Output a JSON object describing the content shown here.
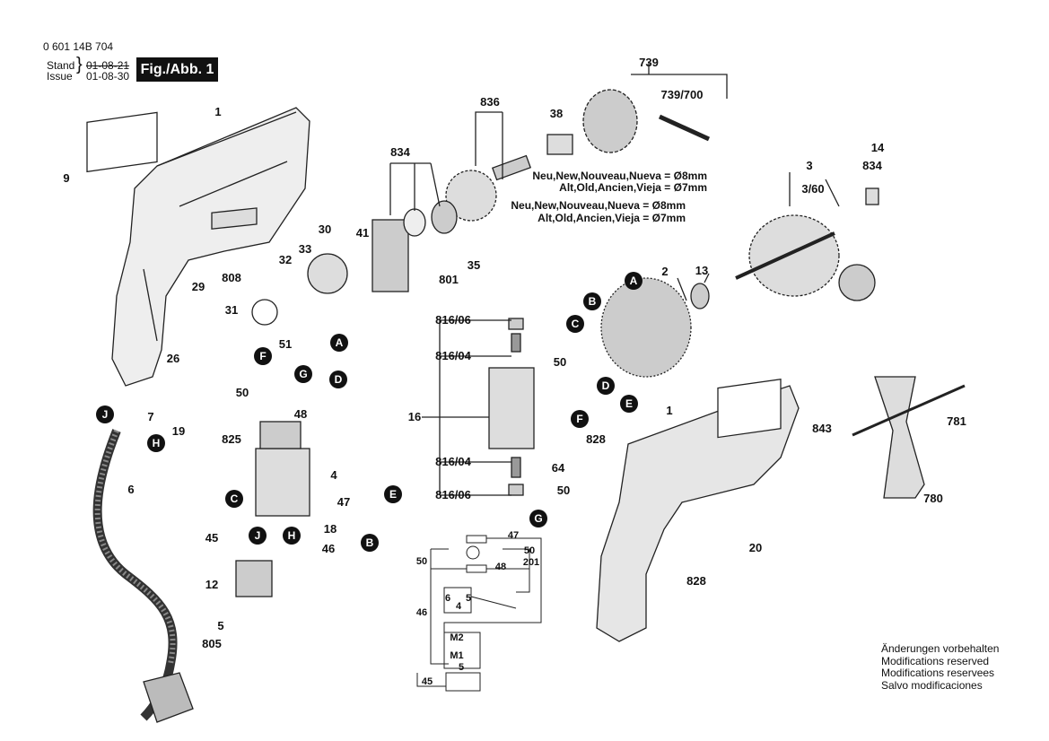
{
  "header": {
    "doc_number": "0 601 14B 704",
    "stand_label": "Stand",
    "issue_label": "Issue",
    "stand_date": "01-08-21",
    "issue_date": "01-08-30",
    "figure_label": "Fig./Abb. 1"
  },
  "notes": {
    "new_1": "Neu,New,Nouveau,Nueva = Ø8mm",
    "old_1": "Alt,Old,Ancien,Vieja = Ø7mm",
    "new_2": "Neu,New,Nouveau,Nueva = Ø8mm",
    "old_2": "Alt,Old,Ancien,Vieja = Ø7mm"
  },
  "parts": [
    "1",
    "9",
    "808",
    "29",
    "32",
    "33",
    "30",
    "31",
    "41",
    "834",
    "836",
    "38",
    "739",
    "739/700",
    "35",
    "801",
    "14",
    "834",
    "3",
    "3/60",
    "2",
    "13",
    "26",
    "7",
    "19",
    "51",
    "50",
    "48",
    "825",
    "4",
    "47",
    "18",
    "45",
    "46",
    "12",
    "6",
    "5",
    "805",
    "816/06",
    "816/04",
    "50",
    "16",
    "828",
    "64",
    "816/04",
    "816/06",
    "50",
    "1",
    "843",
    "781",
    "780",
    "20",
    "828"
  ],
  "circuit": [
    "47",
    "50",
    "50",
    "201",
    "48",
    "6",
    "5",
    "4",
    "46",
    "M2",
    "M1",
    "5",
    "45"
  ],
  "connectors": [
    "A",
    "F",
    "G",
    "D",
    "C",
    "J",
    "H",
    "E",
    "B",
    "J",
    "H",
    "B",
    "A",
    "C",
    "D",
    "E",
    "F",
    "G"
  ],
  "footer": [
    "Änderungen vorbehalten",
    "Modifications reserved",
    "Modifications reservees",
    "Salvo modificaciones"
  ]
}
